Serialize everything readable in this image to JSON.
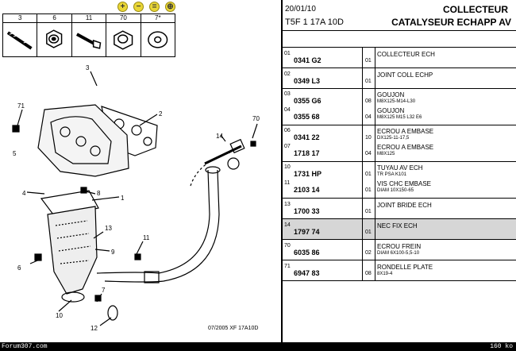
{
  "toolbar": {
    "buttons": [
      {
        "icon": "zoom-in-icon",
        "glyph": "+"
      },
      {
        "icon": "zoom-out-icon",
        "glyph": "−"
      },
      {
        "icon": "zoom-reset-icon",
        "glyph": "="
      },
      {
        "icon": "zoom-fit-icon",
        "glyph": "⊕"
      }
    ]
  },
  "parts_strip": [
    {
      "num": "3",
      "icon": "stud-bolt-icon"
    },
    {
      "num": "6",
      "icon": "flange-nut-icon"
    },
    {
      "num": "11",
      "icon": "screw-icon"
    },
    {
      "num": "70",
      "icon": "hex-nut-icon"
    },
    {
      "num": "7*",
      "icon": "washer-icon"
    }
  ],
  "diagram": {
    "callouts": [
      "3",
      "71",
      "5",
      "2",
      "14",
      "70",
      "4",
      "8",
      "1",
      "13",
      "9",
      "11",
      "6",
      "7",
      "10",
      "12"
    ],
    "ref_code": "07/2005  XF 17A10D"
  },
  "header": {
    "date": "20/01/10",
    "model": "T5F 1 17A 10D",
    "title_line1": "COLLECTEUR",
    "title_line2": "CATALYSEUR ECHAPP AV"
  },
  "parts_rows": [
    {
      "lines": [
        {
          "pos": "01",
          "ref": "0341 G2",
          "qty": "01",
          "desc": "COLLECTEUR ECH",
          "spec": ""
        }
      ],
      "selected": false
    },
    {
      "lines": [
        {
          "pos": "02",
          "ref": "0349 L3",
          "qty": "01",
          "desc": "JOINT COLL ECHP",
          "spec": ""
        }
      ],
      "selected": false
    },
    {
      "lines": [
        {
          "pos": "03",
          "ref": "0355 G6",
          "qty": "08",
          "desc": "GOUJON",
          "spec": "M8X125-M14-L30"
        },
        {
          "pos": "04",
          "ref": "0355 68",
          "qty": "04",
          "desc": "GOUJON",
          "spec": "M8X125 M15 L32 E6"
        }
      ],
      "selected": false
    },
    {
      "lines": [
        {
          "pos": "06",
          "ref": "0341 22",
          "qty": "10",
          "desc": "ECROU A EMBASE",
          "spec": "DX125-11-17,5"
        },
        {
          "pos": "07",
          "ref": "1718 17",
          "qty": "04",
          "desc": "ECROU A EMBASE",
          "spec": "M8X125"
        }
      ],
      "selected": false
    },
    {
      "lines": [
        {
          "pos": "10",
          "ref": "1731 HP",
          "qty": "01",
          "desc": "TUYAU AV ECH",
          "spec": "TR PSA K101"
        },
        {
          "pos": "11",
          "ref": "2103 14",
          "qty": "01",
          "desc": "VIS CHC EMBASE",
          "spec": "DIAM 10X150-65"
        }
      ],
      "selected": false
    },
    {
      "lines": [
        {
          "pos": "13",
          "ref": "1700 33",
          "qty": "01",
          "desc": "JOINT BRIDE ECH",
          "spec": ""
        }
      ],
      "selected": false
    },
    {
      "lines": [
        {
          "pos": "14",
          "ref": "1797 74",
          "qty": "01",
          "desc": "NEC FIX ECH",
          "spec": ""
        }
      ],
      "selected": true
    },
    {
      "lines": [
        {
          "pos": "70",
          "ref": "6035 86",
          "qty": "02",
          "desc": "ECROU FREIN",
          "spec": "DIAM 6X100-5,5-10"
        }
      ],
      "selected": false
    },
    {
      "lines": [
        {
          "pos": "71",
          "ref": "6947 83",
          "qty": "08",
          "desc": "RONDELLE PLATE",
          "spec": "8X19-4"
        }
      ],
      "selected": false
    }
  ],
  "statusbar": {
    "left": "Forum307.com",
    "right": "160 ko"
  }
}
